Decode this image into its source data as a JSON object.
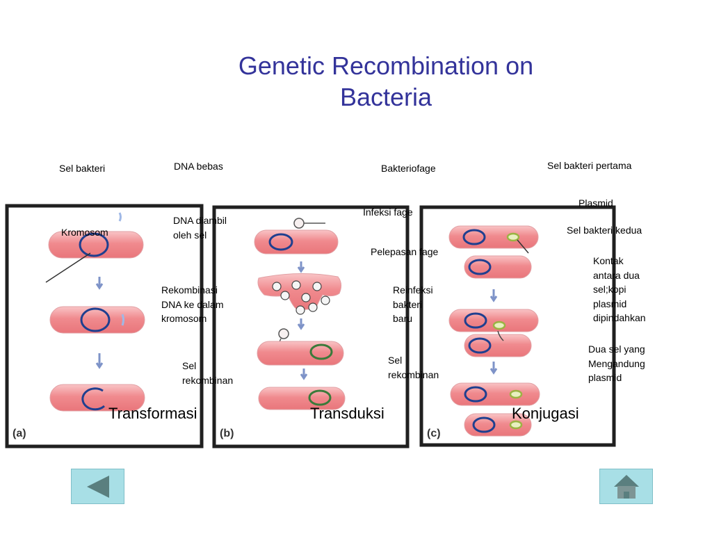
{
  "slide": {
    "title_line1": "Genetic Recombination on",
    "title_line2": "Bacteria"
  },
  "labels": {
    "sel_bakteri": "Sel bakteri",
    "dna_bebas": "DNA bebas",
    "bakteriofage": "Bakteriofage",
    "sel_bakteri_pertama": "Sel bakteri pertama",
    "plasmid": "Plasmid",
    "infeksi_fage": "Infeksi fage",
    "sel_bakteri_kedua": "Sel bakteri kedua",
    "kromosom": "Kromosom",
    "dna_diambil": "DNA diambil\noleh sel",
    "pelepasan_fage": "Pelepasan fage",
    "kontak": "Kontak\nantara dua\nsel;kopi\nplasmid\ndipindahkan",
    "rekombinasi": "Rekombinasi\nDNA ke dalam\nkromosom",
    "reinfeksi": "Reinfeksi\nbakteri\nbaru",
    "dua_sel": "Dua sel yang\nMengandung\nplasmid",
    "sel_rekombinan_a": "Sel\nrekombinan",
    "sel_rekombinan_b": "Sel\nrekombinan"
  },
  "captions": {
    "transformasi": "Transformasi",
    "transduksi": "Transduksi",
    "konjugasi": "Konjugasi"
  },
  "panels": {
    "a": "(a)",
    "b": "(b)",
    "c": "(c)"
  },
  "colors": {
    "title": "#33339a",
    "cell_fill": "#f08a8e",
    "cell_highlight": "#fbd0d2",
    "chromosome": "#1f3f8f",
    "plasmid": "#b5cc58",
    "arrow": "#7e93c8",
    "nav_bg": "#a8dfe6",
    "nav_icon": "#5a7f7f"
  },
  "nav": {
    "back_icon": "triangle-left-icon",
    "home_icon": "house-icon"
  }
}
